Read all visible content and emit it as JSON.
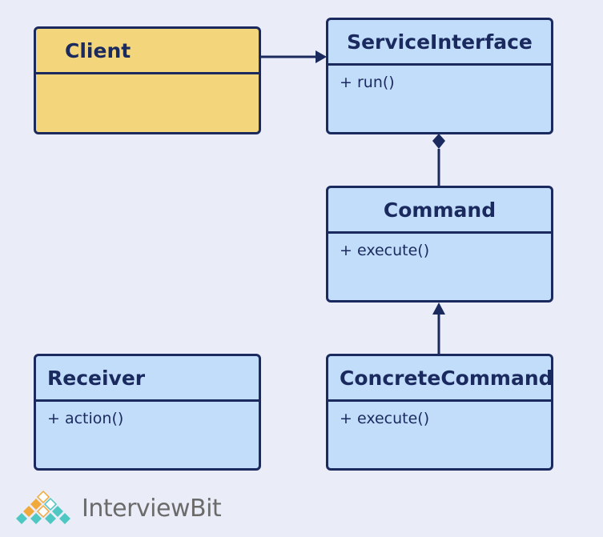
{
  "classes": {
    "client": {
      "name": "Client",
      "members": ""
    },
    "service_interface": {
      "name": "ServiceInterface",
      "members": "+ run()"
    },
    "command": {
      "name": "Command",
      "members": "+ execute()"
    },
    "receiver": {
      "name": "Receiver",
      "members": "+ action()"
    },
    "concrete_command": {
      "name": "ConcreteCommand",
      "members": "+ execute()"
    }
  },
  "relations": [
    {
      "from": "Client",
      "to": "ServiceInterface",
      "type": "association"
    },
    {
      "from": "Command",
      "to": "ServiceInterface",
      "type": "composition"
    },
    {
      "from": "ConcreteCommand",
      "to": "Command",
      "type": "generalization"
    }
  ],
  "logo": {
    "text": "InterviewBit"
  },
  "colors": {
    "background": "#eaedf7",
    "class_box": "#c1ddfa",
    "client_box": "#f3d57b",
    "outline": "#1b2a5e",
    "logo_orange": "#f2a93b",
    "logo_teal": "#4fc7c2",
    "logo_text": "#6b6b6b"
  }
}
